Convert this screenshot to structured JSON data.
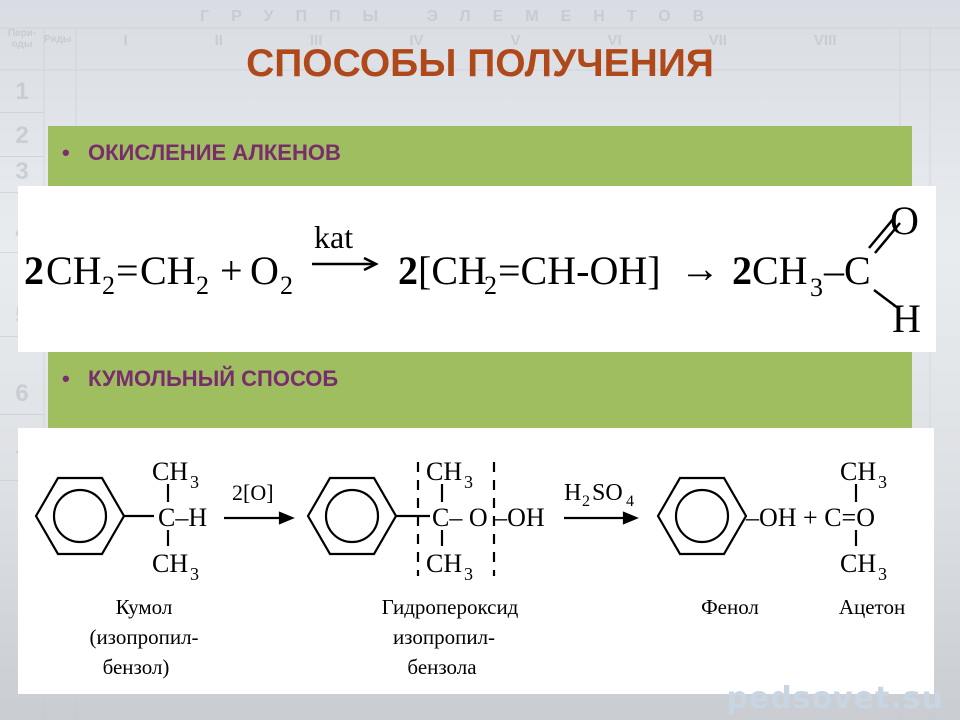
{
  "background": {
    "header_word": "ГРУППЫ ЭЛЕМЕНТОВ",
    "period_label": "Пери-оды",
    "rows_label": "Ряды",
    "groups": [
      "I",
      "II",
      "III",
      "IV",
      "V",
      "VI",
      "VII",
      "VIII"
    ],
    "periods": [
      "1",
      "2",
      "3",
      "4",
      "5",
      "6",
      "7"
    ],
    "watermark": "pedsovet.su"
  },
  "title": "СПОСОБЫ ПОЛУЧЕНИЯ",
  "bullets": [
    {
      "marker": "•",
      "text": "ОКИСЛЕНИЕ АЛКЕНОВ"
    },
    {
      "marker": "•",
      "text": "КУМОЛЬНЫЙ СПОСОБ"
    }
  ],
  "reaction1": {
    "reactant_coef": "2",
    "reactant": "CH",
    "sub2": "2",
    "eq": "=",
    "plus": "+",
    "o2": "O",
    "catalyst": "kat",
    "intermediate_coef": "2",
    "intermediate": "[CH",
    "intermediate_rest": "=CH-OH]",
    "arrow": "→",
    "product_coef": "2",
    "product": "CH",
    "sub3": "3",
    "product_c": "–C",
    "oxygen": "O",
    "hydrogen": "H"
  },
  "reaction2": {
    "ch3": "CH",
    "sub3": "3",
    "c_h": "C–H",
    "reagent1": "2[O]",
    "c_o_oh": "C– O –OH",
    "reagent2": "H",
    "reagent2_sub2": "2",
    "reagent2_mid": "SO",
    "reagent2_sub4": "4",
    "oh_plus": "–OH + C=O",
    "labels": {
      "cumene": [
        "Кумол",
        "(изопропил-",
        "бензол)"
      ],
      "hydroperoxide": [
        "Гидропероксид",
        "изопропил-",
        "бензола"
      ],
      "phenol": "Фенол",
      "acetone": "Ацетон"
    }
  }
}
